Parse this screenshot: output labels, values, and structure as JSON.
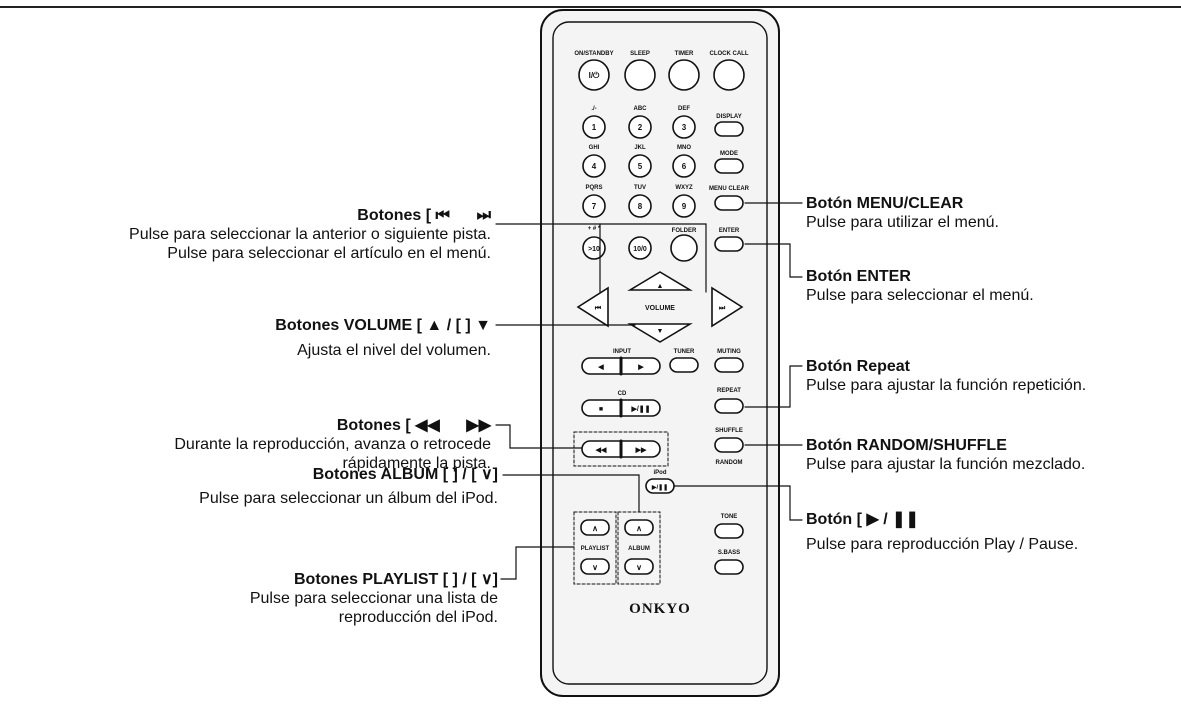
{
  "remote": {
    "brand": "ONKYO",
    "buttons": {
      "on_standby": "ON/STANDBY",
      "on_standby_sym": "I/⏻",
      "sleep": "SLEEP",
      "timer": "TIMER",
      "clock_call": "CLOCK CALL",
      "display": "DISPLAY",
      "mode": "MODE",
      "menu_clear": "MENU CLEAR",
      "enter": "ENTER",
      "k1_top": "./-",
      "k1": "1",
      "k2_top": "ABC",
      "k2": "2",
      "k3_top": "DEF",
      "k3": "3",
      "k4_top": "GHI",
      "k4": "4",
      "k5_top": "JKL",
      "k5": "5",
      "k6_top": "MNO",
      "k6": "6",
      "k7_top": "PQRS",
      "k7": "7",
      "k8_top": "TUV",
      "k8": "8",
      "k9_top": "WXYZ",
      "k9": "9",
      "k10_top": "+ # *",
      "k10": ">10",
      "k0": "10/0",
      "folder": "FOLDER",
      "volume": "VOLUME",
      "input": "INPUT",
      "tuner": "TUNER",
      "muting": "MUTING",
      "cd": "CD",
      "repeat": "REPEAT",
      "shuffle": "SHUFFLE",
      "random": "RANDOM",
      "ipod": "iPod",
      "tone": "TONE",
      "sbass": "S.BASS",
      "playlist": "PLAYLIST",
      "album": "ALBUM"
    }
  },
  "callouts": {
    "track": {
      "title": "Botones [",
      "sym1": "⏮",
      "sym2": "⏭",
      "line1": "Pulse para seleccionar la anterior o siguiente pista.",
      "line2": "Pulse para seleccionar el artículo en el menú."
    },
    "volume": {
      "title": "Botones VOLUME [",
      "sym1": "▲",
      "mid": "/ [ ]",
      "sym2": "▼",
      "line1": "Ajusta el nivel del volumen."
    },
    "search": {
      "title": "Botones [",
      "sym1": "◀◀",
      "sym2": "▶▶",
      "line1": "Durante la reproducción, avanza o retrocede",
      "line2": "rápidamente la pista."
    },
    "album": {
      "title": "Botones ALBUM [ ] / [ ∨]",
      "line1": "Pulse para seleccionar un álbum del iPod."
    },
    "playlist": {
      "title": "Botones PLAYLIST [ ] / [ ∨]",
      "line1": "Pulse para seleccionar una lista de",
      "line2": "reproducción del iPod."
    },
    "menu_clear": {
      "title": "Botón MENU/CLEAR",
      "line1": "Pulse para utilizar el menú."
    },
    "enter": {
      "title": "Botón ENTER",
      "line1": "Pulse para seleccionar el menú."
    },
    "repeat": {
      "title": "Botón Repeat",
      "line1": "Pulse para ajustar la función repetición."
    },
    "random": {
      "title": "Botón RANDOM/SHUFFLE",
      "line1": "Pulse para ajustar la función mezclado."
    },
    "playpause": {
      "title": "Botón [",
      "sym": "▶ / ❚❚",
      "line1": "Pulse para reproducción Play / Pause."
    }
  },
  "colors": {
    "ink": "#111111",
    "remote_fill": "#f4f4f4",
    "button_fill": "#ffffff"
  }
}
